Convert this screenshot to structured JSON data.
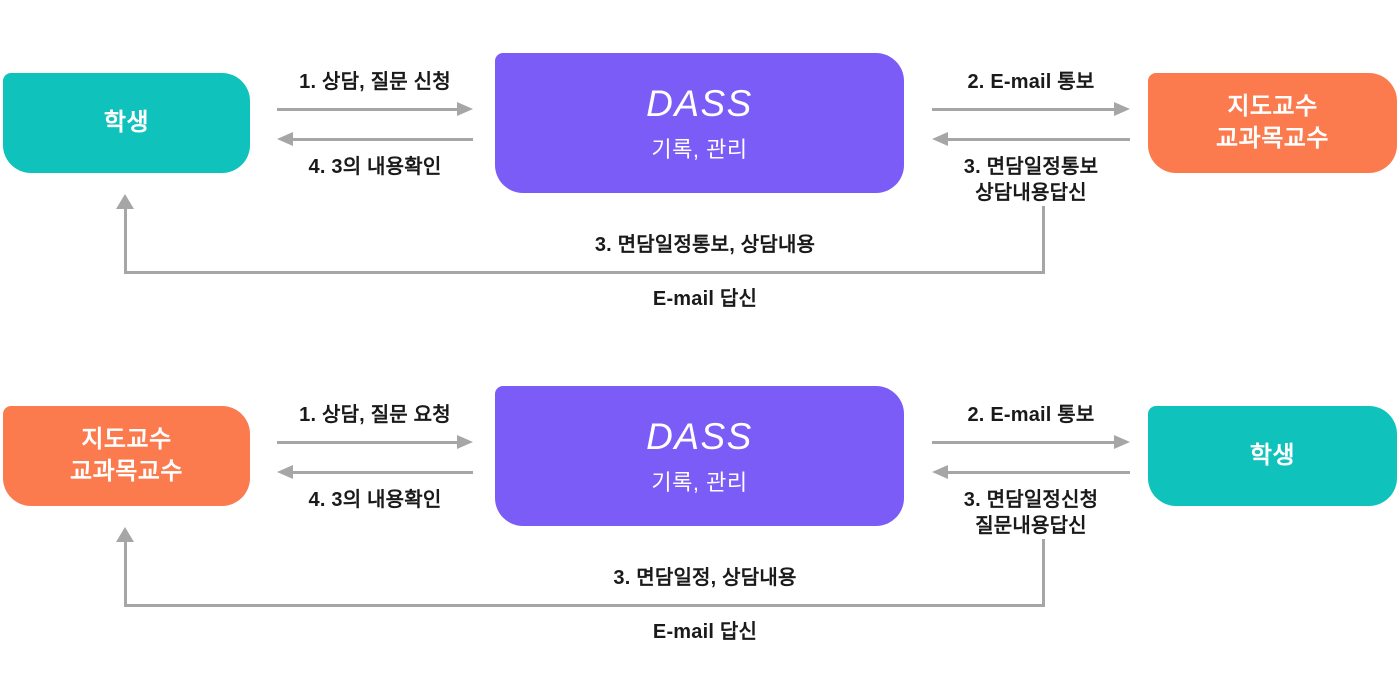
{
  "colors": {
    "teal": "#10C2BC",
    "purple": "#7B5CF6",
    "orange": "#FB7B4E",
    "arrow": "#A6A6A6",
    "text": "#1A1A1A"
  },
  "flows": [
    {
      "left_box": {
        "label": "학생"
      },
      "center_box": {
        "title": "DASS",
        "subtitle": "기록, 관리"
      },
      "right_box": {
        "label": "지도교수\n교과목교수"
      },
      "labels": {
        "forward1": "1. 상담, 질문 신청",
        "back4": "4. 3의 내용확인",
        "forward2": "2. E-mail 통보",
        "back3": "3. 면담일정통보\n상담내용답신",
        "feedback": "3. 면담일정통보, 상담내용",
        "feedback_sub": "E-mail 답신"
      }
    },
    {
      "left_box": {
        "label": "지도교수\n교과목교수"
      },
      "center_box": {
        "title": "DASS",
        "subtitle": "기록, 관리"
      },
      "right_box": {
        "label": "학생"
      },
      "labels": {
        "forward1": "1. 상담, 질문 요청",
        "back4": "4. 3의 내용확인",
        "forward2": "2. E-mail 통보",
        "back3": "3. 면담일정신청\n질문내용답신",
        "feedback": "3. 면담일정, 상담내용",
        "feedback_sub": "E-mail 답신"
      }
    }
  ]
}
